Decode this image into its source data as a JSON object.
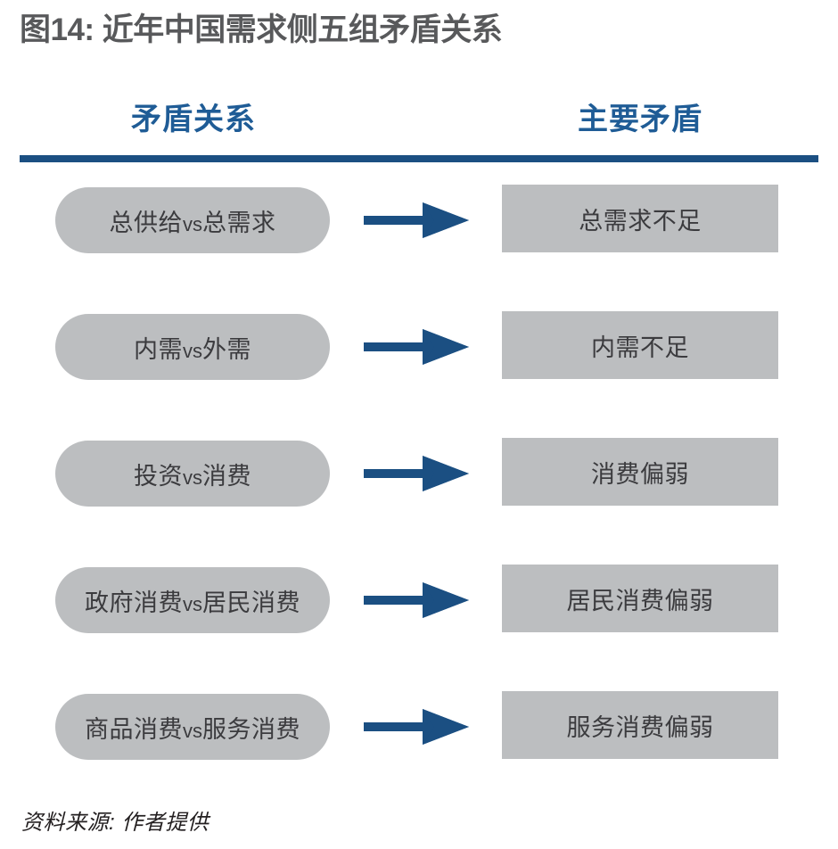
{
  "figure": {
    "title": "图14: 近年中国需求侧五组矛盾关系",
    "source": "资料来源: 作者提供"
  },
  "colors": {
    "accent_blue": "#1B4F82",
    "header_blue": "#1F5C96",
    "box_gray": "#BCBEC0",
    "title_gray": "#58595B",
    "body_text": "#3B3B3E"
  },
  "columns": {
    "left_header": "矛盾关系",
    "right_header": "主要矛盾"
  },
  "chart_data": {
    "type": "diagram",
    "title": "图14: 近年中国需求侧五组矛盾关系",
    "columns": [
      "矛盾关系",
      "主要矛盾"
    ],
    "rows": [
      {
        "tension_a": "总供给",
        "vs": "vs",
        "tension_b": "总需求",
        "tension": "总供给vs总需求",
        "main": "总需求不足"
      },
      {
        "tension_a": "内需",
        "vs": "vs",
        "tension_b": "外需",
        "tension": "内需vs外需",
        "main": "内需不足"
      },
      {
        "tension_a": "投资",
        "vs": "vs",
        "tension_b": "消费",
        "tension": "投资vs消费",
        "main": "消费偏弱"
      },
      {
        "tension_a": "政府消费",
        "vs": "vs",
        "tension_b": "居民消费",
        "tension": "政府消费vs居民消费",
        "main": "居民消费偏弱"
      },
      {
        "tension_a": "商品消费",
        "vs": "vs",
        "tension_b": "服务消费",
        "tension": "商品消费vs服务消费",
        "main": "服务消费偏弱"
      }
    ]
  },
  "rows": [
    {
      "left_a": "总供给",
      "left_vs": "vs",
      "left_b": "总需求",
      "right": "总需求不足"
    },
    {
      "left_a": "内需",
      "left_vs": "vs",
      "left_b": "外需",
      "right": "内需不足"
    },
    {
      "left_a": "投资",
      "left_vs": "vs",
      "left_b": "消费",
      "right": "消费偏弱"
    },
    {
      "left_a": "政府消费",
      "left_vs": "vs",
      "left_b": "居民消费",
      "right": "居民消费偏弱"
    },
    {
      "left_a": "商品消费",
      "left_vs": "vs",
      "left_b": "服务消费",
      "right": "服务消费偏弱"
    }
  ]
}
